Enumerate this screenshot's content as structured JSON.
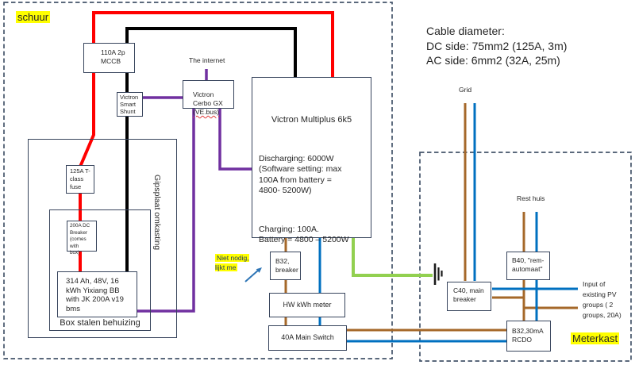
{
  "zones": {
    "schuur_label": "schuur",
    "meterkast_label": "Meterkast"
  },
  "notes": {
    "cable_diameter": "Cable diameter:\nDC side: 75mm2 (125A, 3m)\nAC side: 6mm2 (32A, 25m)",
    "niet_nodig": "Niet nodig,\nlijkt me"
  },
  "boxes": {
    "mccb": "110A 2p\nMCCB",
    "smart_shunt": "Victron\nSmart\nShunt",
    "cerbo_line1": "Victron\nCerbo GX",
    "cerbo_line2": "(VE.bus)",
    "multiplus_title": "Victron Multiplus 6k5",
    "multiplus_discharging": "Discharging: 6000W\n(Software setting: max\n100A from battery =\n4800- 5200W)",
    "multiplus_charging": "Charging: 100A.\nBattery = 4800 – 5200W",
    "fuse": "125A T-\nclass\nfuse",
    "dc_breaker": "200A DC\nBreaker\n(comes with\nbox)",
    "battery": "314 Ah, 48V, 16\nkWh Yixiang BB\nwith JK 200A v19\nbms",
    "gipsplaat": "Gipsplaat omkasting",
    "stalen": "Box stalen behuizing",
    "b32_breaker": "B32,\nbreaker",
    "hw_meter": "HW kWh meter",
    "main_switch": "40A Main Switch",
    "c40": "C40, main\nbreaker",
    "b40": "B40, \"rem-\nautomaat\"",
    "rcdo": "B32,30mA\nRCDO"
  },
  "labels": {
    "internet": "The internet",
    "grid": "Grid",
    "rest_huis": "Rest huis",
    "pv_input": "Input of\nexisting PV\ngroups ( 2\ngroups, 20A)"
  },
  "palette": {
    "wire_dc_red": "#ff0000",
    "wire_dc_black": "#000000",
    "wire_data_purple": "#7030a0",
    "wire_ac_live_brown": "#a5682a",
    "wire_ac_neutral_blue": "#0070c0",
    "wire_earth_green": "#92d050",
    "highlight_yellow": "#ffff00",
    "box_border": "#37445c",
    "dashed_border": "#44546a"
  }
}
